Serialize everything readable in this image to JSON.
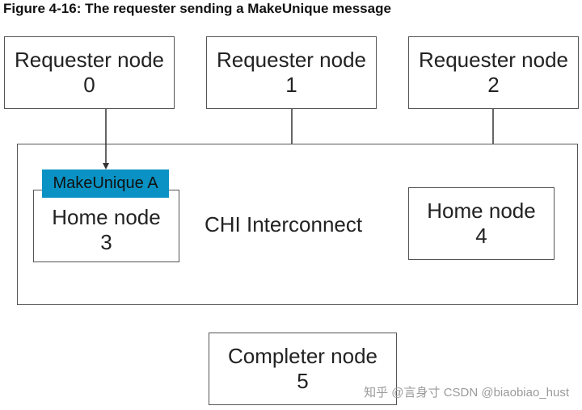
{
  "caption": "Figure 4-16: The requester sending a MakeUnique message",
  "nodes": {
    "requester0": {
      "name": "Requester node",
      "num": "0"
    },
    "requester1": {
      "name": "Requester node",
      "num": "1"
    },
    "requester2": {
      "name": "Requester node",
      "num": "2"
    },
    "home3": {
      "name": "Home node",
      "num": "3"
    },
    "home4": {
      "name": "Home node",
      "num": "4"
    },
    "completer5": {
      "name": "Completer node",
      "num": "5"
    }
  },
  "interconnect_label": "CHI Interconnect",
  "message": "MakeUnique A",
  "watermark": "知乎 @言身寸  CSDN @biaobiao_hust"
}
